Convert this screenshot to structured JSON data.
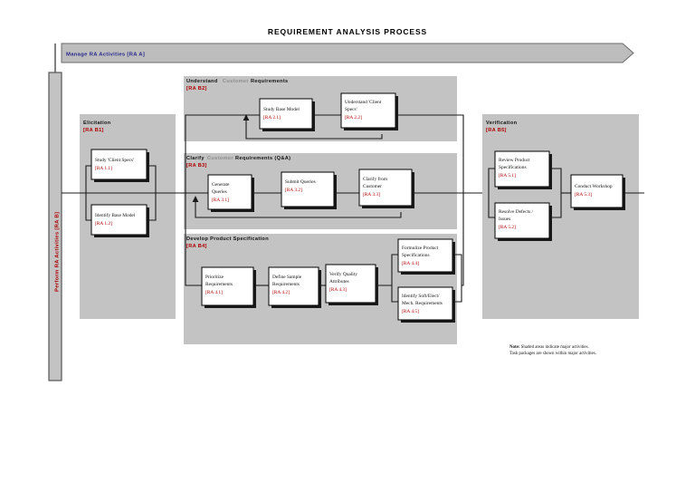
{
  "page": {
    "title": "REQUIREMENT ANALYSIS PROCESS",
    "background": "#ffffff",
    "panel_color": "#c3c3c3",
    "box_color": "#ffffff",
    "code_color": "#b00000",
    "banner_text_color": "#26268c"
  },
  "banner": {
    "label": "Manage RA Activities [RA A]"
  },
  "vertical_bar": {
    "label": "Perform RA Activities [RA B]"
  },
  "panels": [
    {
      "id": "elicitation",
      "title_dark": "Elicitation",
      "title_mid": "",
      "title_tail": "",
      "code": "[RA B1]"
    },
    {
      "id": "understand",
      "title_dark": "Understand",
      "title_mid": "Customer",
      "title_tail": "Requirements",
      "code": "[RA B2]"
    },
    {
      "id": "clarify",
      "title_dark": "Clarify",
      "title_mid": "Customer",
      "title_tail": "Requirements (Q&A)",
      "code": "[RA B3]"
    },
    {
      "id": "develop",
      "title_dark": "Develop Product Specification",
      "title_mid": "",
      "title_tail": "",
      "code": "[RA B4]"
    },
    {
      "id": "verification",
      "title_dark": "Verification",
      "title_mid": "",
      "title_tail": "",
      "code": "[RA B5]"
    }
  ],
  "tasks": {
    "ra11": {
      "line1": "Study 'Client Specs'",
      "line2": "",
      "code": "[RA 1.1]"
    },
    "ra12": {
      "line1": "Identify Base Model",
      "line2": "",
      "code": "[RA 1.2]"
    },
    "ra21": {
      "line1": "Study Base Model",
      "line2": "",
      "code": "[RA 2.1]"
    },
    "ra22": {
      "line1": "Understand 'Client",
      "line2": "Specs'",
      "code": "[RA 2.2]"
    },
    "ra31": {
      "line1": "Generate",
      "line2": "Queries",
      "code": "[RA 3.1]"
    },
    "ra32": {
      "line1": "Submit Queries",
      "line2": "",
      "code": "[RA 3.2]"
    },
    "ra33": {
      "line1": "Clarify from",
      "line2": "Customer",
      "code": "[RA 3.3]"
    },
    "ra41": {
      "line1": "Prioritize",
      "line2": "Requirements",
      "code": "[RA 4.1]"
    },
    "ra42": {
      "line1": "Define Sample",
      "line2": "Requirements",
      "code": "[RA 4.2]"
    },
    "ra43": {
      "line1": "Verify Quality",
      "line2": "Attributes",
      "code": "[RA 4.3]"
    },
    "ra44": {
      "line1": "Formulize Product",
      "line2": "Specifications",
      "code": "[RA 4.4]"
    },
    "ra45": {
      "line1": "Identify Soft/Elect/",
      "line2": "Mech. Requirements",
      "code": "[RA 4.5]"
    },
    "ra51": {
      "line1": "Review Product",
      "line2": "Specifications",
      "code": "[RA 5.1]"
    },
    "ra52": {
      "line1": "Resolve Defects /",
      "line2": "Issues",
      "code": "[RA 5.2]"
    },
    "ra53": {
      "line1": "Conduct Workshop",
      "line2": "",
      "code": "[RA 5.3]"
    }
  },
  "note": {
    "lead": "Note:",
    "line1": " Shaded areas indicate major activities.",
    "line2": "Task packages are shown within major activities."
  }
}
